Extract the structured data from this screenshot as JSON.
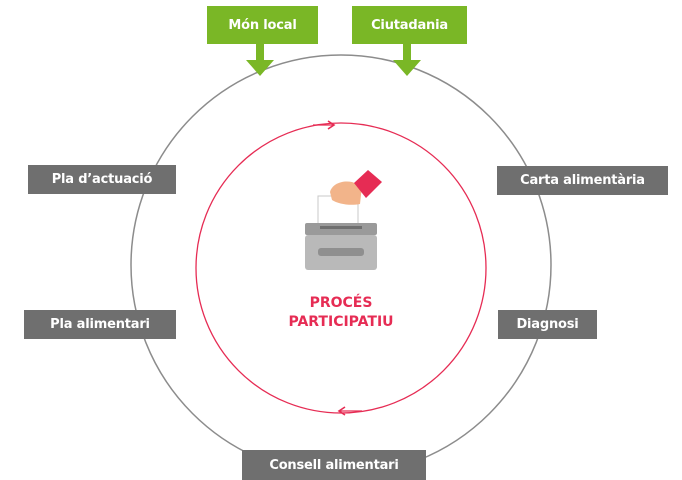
{
  "inputs": {
    "local_world": "Món local",
    "citizenship": "Ciutadania"
  },
  "stages": {
    "action_plan": "Pla d’actuació",
    "food_charter": "Carta alimentària",
    "food_plan": "Pla alimentari",
    "diagnosis": "Diagnosi",
    "food_council": "Consell alimentari"
  },
  "center": {
    "line1": "PROCÉS",
    "line2": "PARTICIPATIU"
  },
  "colors": {
    "accent_green": "#7ab726",
    "stage_gray": "#6f6f6f",
    "process_red": "#e62c54",
    "ring_gray": "#8c8c8c"
  },
  "icons": {
    "center": "ballot-box-icon"
  }
}
